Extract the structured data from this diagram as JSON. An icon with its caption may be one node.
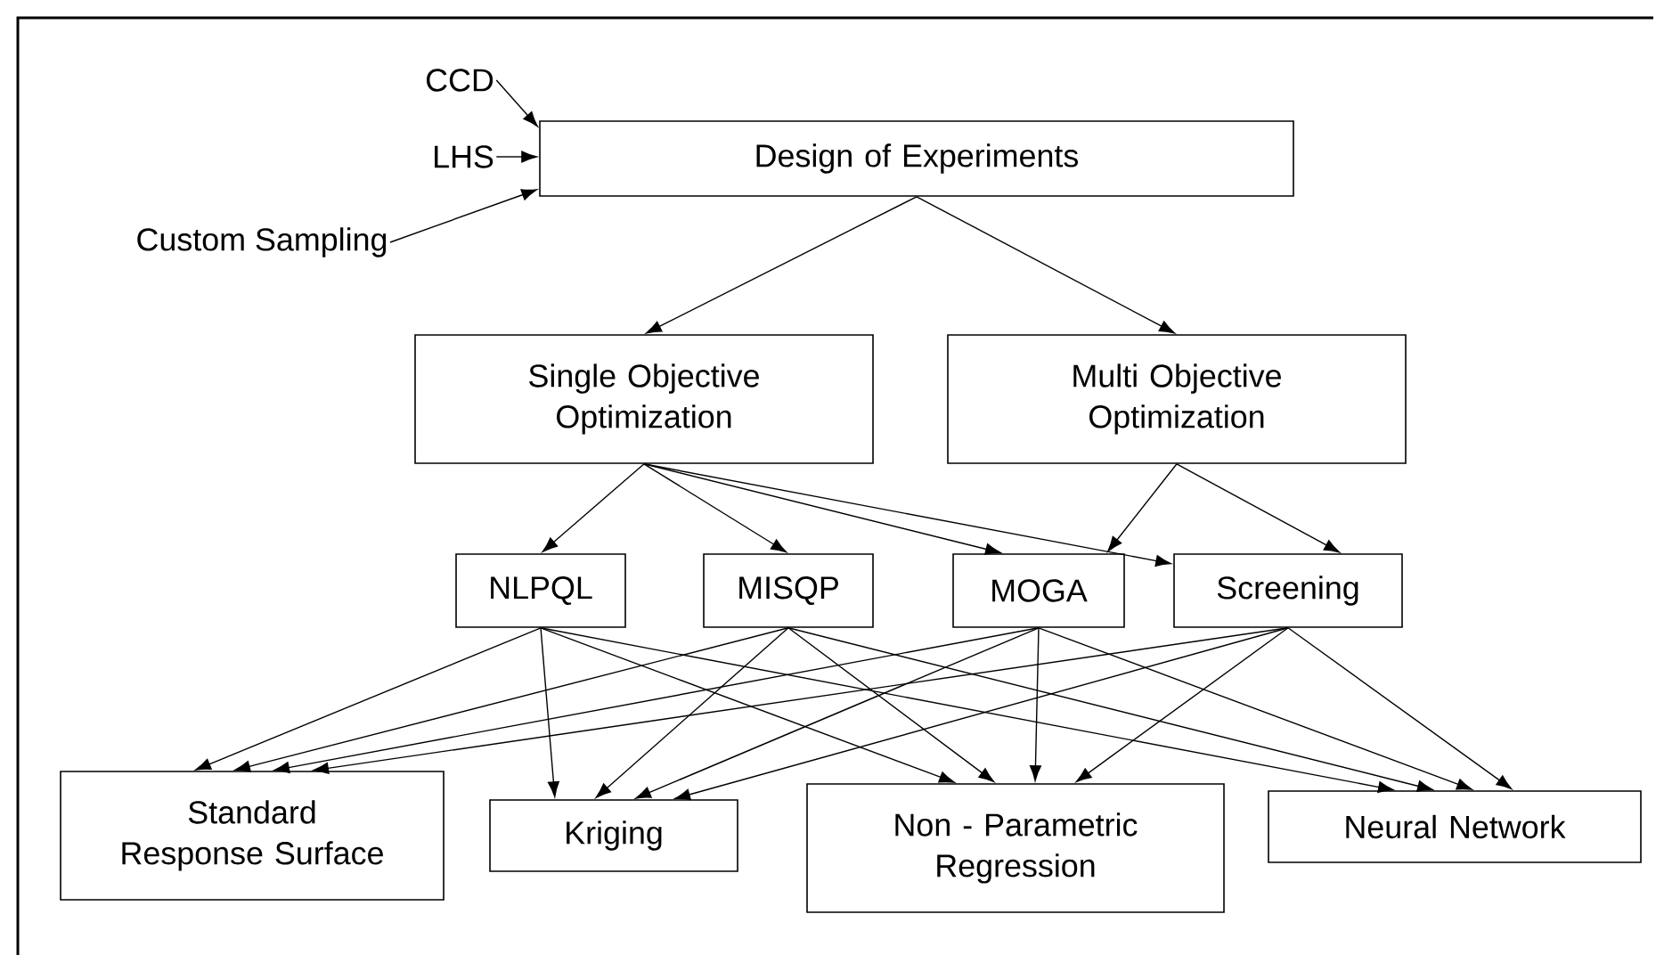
{
  "diagram": {
    "nodes": [
      {
        "text": [
          "CCD"
        ]
      },
      {
        "text": [
          "LHS"
        ]
      },
      {
        "text": [
          "Custom Sampling"
        ]
      },
      {
        "text": [
          "Design of Experiments"
        ]
      },
      {
        "text": [
          "Single Objective Optimization"
        ]
      },
      {
        "text": [
          "Multi Objective Optimization"
        ]
      },
      {
        "text": [
          "NLPQL"
        ]
      },
      {
        "text": [
          "MISQP"
        ]
      },
      {
        "text": [
          "MOGA"
        ]
      },
      {
        "text": [
          "Screening"
        ]
      },
      {
        "text": [
          "Standard Response Surface"
        ]
      },
      {
        "text": [
          "Kriging"
        ]
      },
      {
        "text": [
          "Non - Parametric Regression"
        ]
      },
      {
        "text": [
          "Neural Network"
        ]
      }
    ],
    "edges": [
      {
        "from": 0,
        "to": 3,
        "arrow": "to"
      },
      {
        "from": 1,
        "to": 3,
        "arrow": "to"
      },
      {
        "from": 2,
        "to": 3,
        "arrow": "to"
      },
      {
        "from": 3,
        "to": 4,
        "arrow": "to"
      },
      {
        "from": 3,
        "to": 5,
        "arrow": "to"
      },
      {
        "from": 4,
        "to": 6,
        "arrow": "to"
      },
      {
        "from": 4,
        "to": 7,
        "arrow": "to"
      },
      {
        "from": 4,
        "to": 8,
        "arrow": "to"
      },
      {
        "from": 4,
        "to": 9,
        "arrow": "to"
      },
      {
        "from": 5,
        "to": 8,
        "arrow": "to"
      },
      {
        "from": 5,
        "to": 9,
        "arrow": "to"
      },
      {
        "from": 6,
        "to": 10,
        "arrow": "to"
      },
      {
        "from": 6,
        "to": 11,
        "arrow": "to"
      },
      {
        "from": 6,
        "to": 12,
        "arrow": "to"
      },
      {
        "from": 6,
        "to": 13,
        "arrow": "to"
      },
      {
        "from": 7,
        "to": 10,
        "arrow": "to"
      },
      {
        "from": 7,
        "to": 11,
        "arrow": "to"
      },
      {
        "from": 7,
        "to": 12,
        "arrow": "to"
      },
      {
        "from": 7,
        "to": 13,
        "arrow": "to"
      },
      {
        "from": 8,
        "to": 10,
        "arrow": "to"
      },
      {
        "from": 8,
        "to": 11,
        "arrow": "to"
      },
      {
        "from": 8,
        "to": 12,
        "arrow": "to"
      },
      {
        "from": 8,
        "to": 13,
        "arrow": "to"
      },
      {
        "from": 9,
        "to": 10,
        "arrow": "to"
      },
      {
        "from": 9,
        "to": 11,
        "arrow": "to"
      },
      {
        "from": 9,
        "to": 12,
        "arrow": "to"
      },
      {
        "from": 9,
        "to": 13,
        "arrow": "to"
      }
    ]
  }
}
